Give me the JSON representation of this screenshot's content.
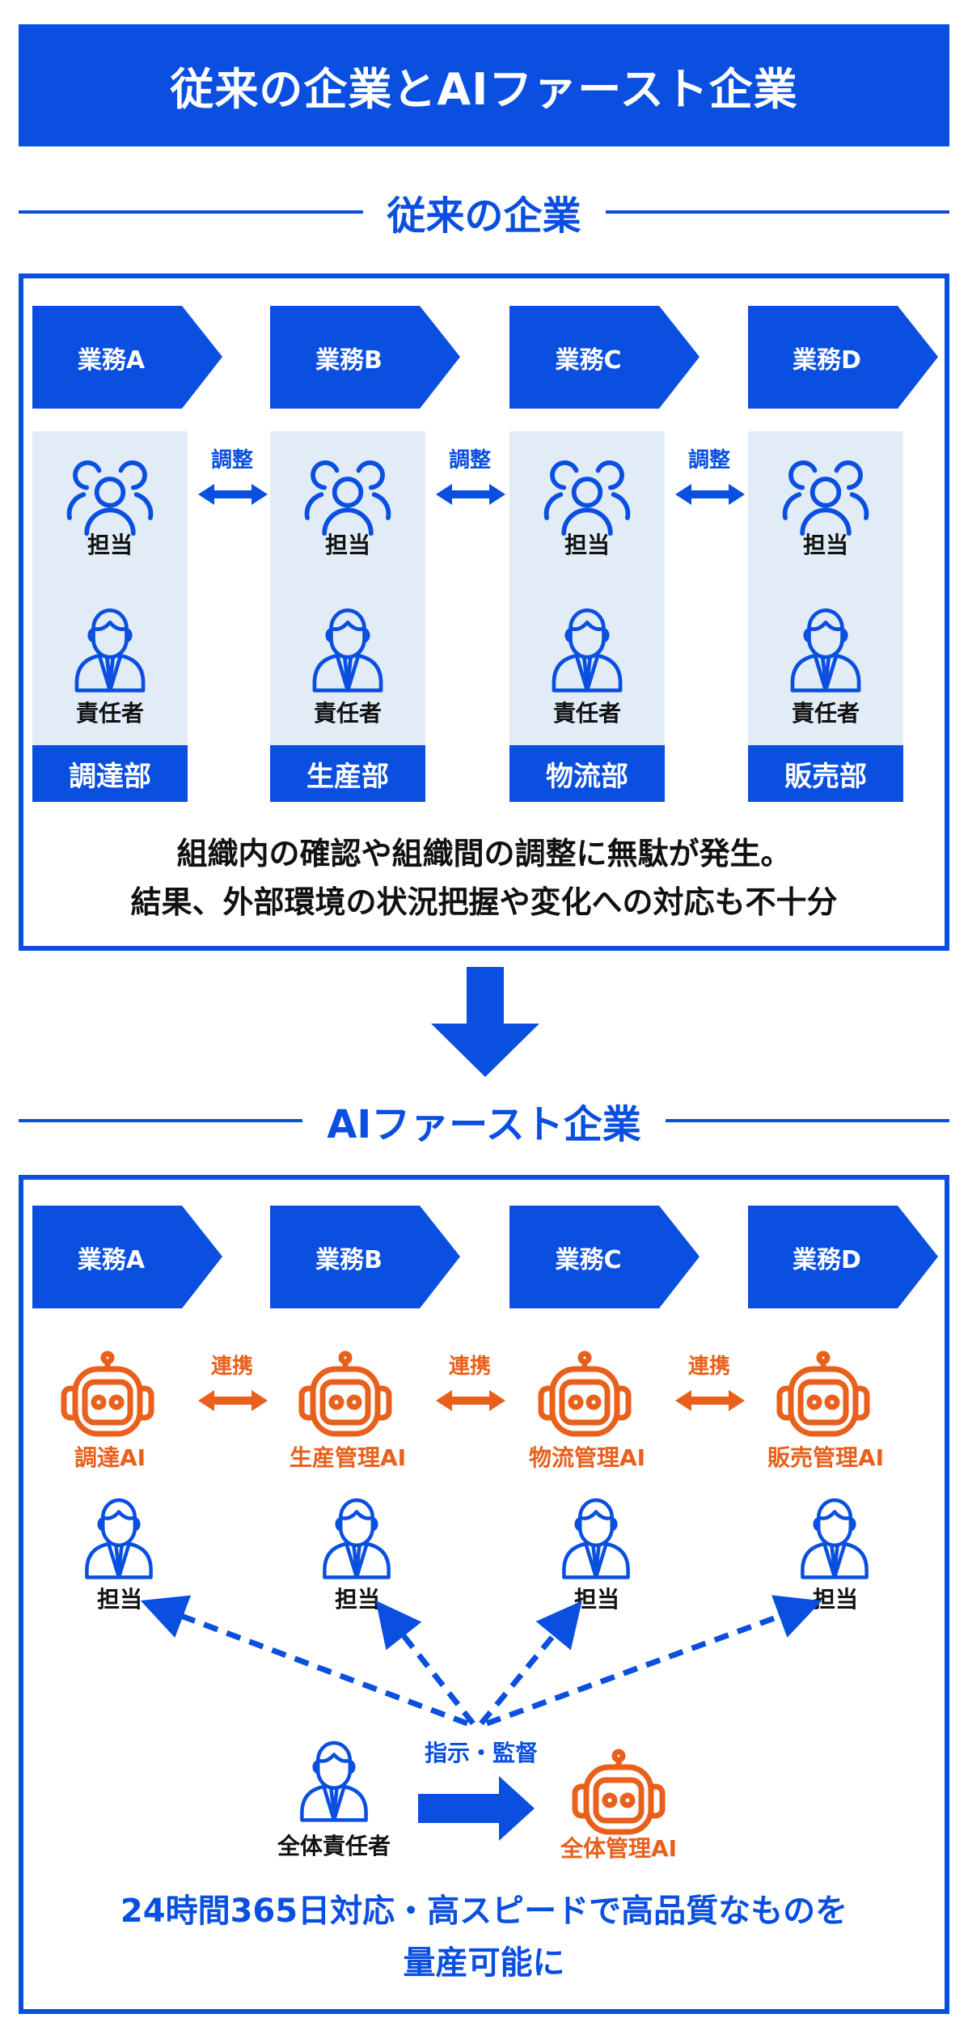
{
  "header": {
    "title": "従来の企業とAIファースト企業"
  },
  "colors": {
    "primary": "#0a4fe0",
    "accent": "#e8601c",
    "panel": "#e1ecf7",
    "text": "#111111"
  },
  "traditional": {
    "title": "従来の企業",
    "tasks": [
      "業務A",
      "業務B",
      "業務C",
      "業務D"
    ],
    "staff_label": "担当",
    "manager_label": "責任者",
    "departments": [
      "調達部",
      "生産部",
      "物流部",
      "販売部"
    ],
    "link_label": "調整",
    "summary_lines": [
      "組織内の確認や組織間の調整に無駄が発生。",
      "結果、外部環境の状況把握や変化への対応も不十分"
    ]
  },
  "ai_first": {
    "title": "AIファースト企業",
    "tasks": [
      "業務A",
      "業務B",
      "業務C",
      "業務D"
    ],
    "ai_agents": [
      "調達AI",
      "生産管理AI",
      "物流管理AI",
      "販売管理AI"
    ],
    "link_label": "連携",
    "staff_label": "担当",
    "overall_manager": "全体責任者",
    "instruction_label": "指示・監督",
    "overall_ai": "全体管理AI",
    "summary_lines": [
      "24時間365日対応・高スピードで高品質なものを",
      "量産可能に"
    ]
  },
  "icons": {
    "group": "people-group-icon",
    "manager": "businessman-icon",
    "robot": "robot-icon",
    "double_arrow": "double-arrow-icon",
    "down_arrow": "down-arrow-icon",
    "right_arrow": "right-arrow-icon"
  }
}
